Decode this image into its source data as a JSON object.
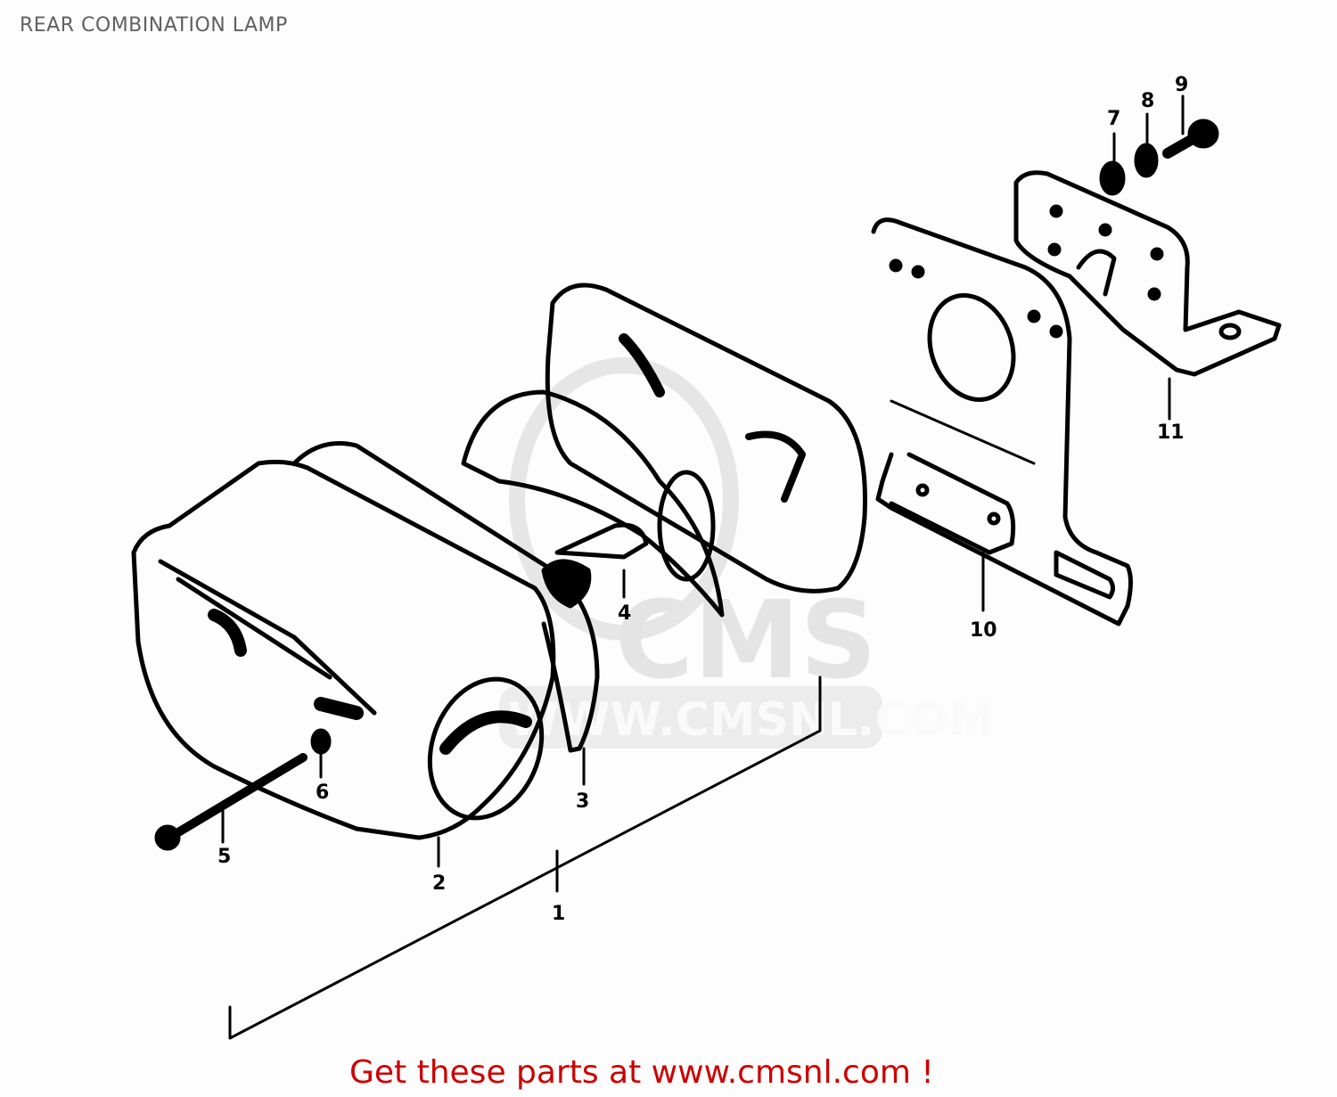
{
  "page": {
    "title": "REAR COMBINATION LAMP",
    "footer_text": "Get these parts at www.cmsnl.com !"
  },
  "watermark": {
    "logo_text": "CMS",
    "url_text": "WWW.CMSNL.COM"
  },
  "callouts": [
    {
      "id": 1,
      "label": "1"
    },
    {
      "id": 2,
      "label": "2"
    },
    {
      "id": 3,
      "label": "3"
    },
    {
      "id": 4,
      "label": "4"
    },
    {
      "id": 5,
      "label": "5"
    },
    {
      "id": 6,
      "label": "6"
    },
    {
      "id": 7,
      "label": "7"
    },
    {
      "id": 8,
      "label": "8"
    },
    {
      "id": 9,
      "label": "9"
    },
    {
      "id": 10,
      "label": "10"
    },
    {
      "id": 11,
      "label": "11"
    }
  ],
  "colors": {
    "title": "#606060",
    "footer": "#cc0000",
    "line_art": "#000000",
    "watermark": "#e4e4e4",
    "background": "#fcfdfc"
  }
}
